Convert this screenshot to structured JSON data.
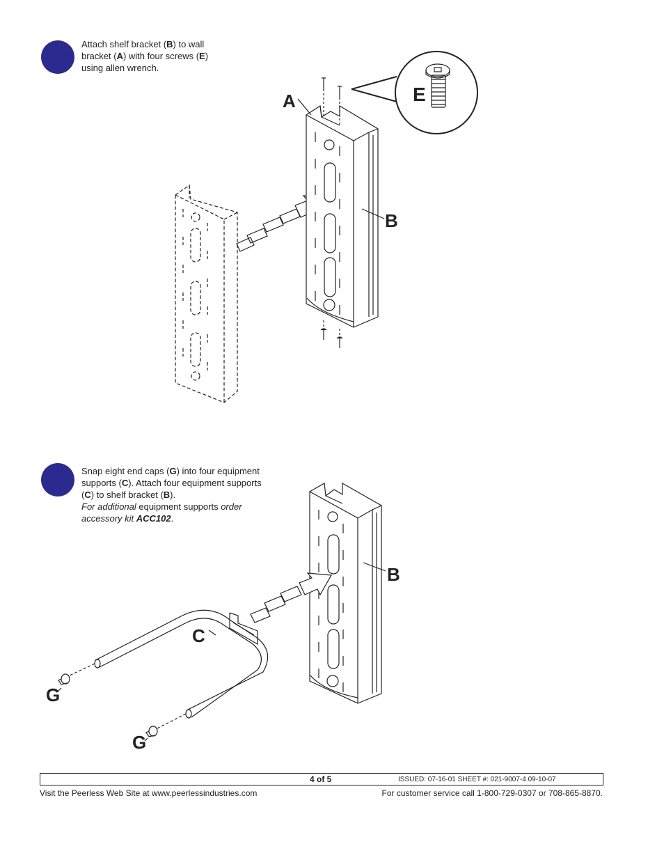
{
  "step1": {
    "line1_a": "Attach shelf bracket (",
    "line1_b": "B",
    "line1_c": ") to wall",
    "line2_a": "bracket (",
    "line2_b": "A",
    "line2_c": ") with four screws (",
    "line2_d": "E",
    "line2_e": ")",
    "line3": "using  allen  wrench."
  },
  "step2": {
    "line1_a": "Snap eight end caps (",
    "line1_b": "G",
    "line1_c": ") into four equipment",
    "line2_a": "supports (",
    "line2_b": "C",
    "line2_c": "). Attach four equipment supports",
    "line3_a": "(",
    "line3_b": "C",
    "line3_c": ") to shelf bracket (",
    "line3_d": "B",
    "line3_e": ").",
    "line4_a": "For additional",
    "line4_b": " equipment  supports ",
    "line4_c": "order",
    "line5_a": "accessory kit ",
    "line5_b": "ACC102",
    "line5_c": "."
  },
  "labels": {
    "a": "A",
    "b": "B",
    "e": "E",
    "b2": "B",
    "c": "C",
    "g1": "G",
    "g2": "G"
  },
  "footer": {
    "page": "4 of 5",
    "issued": "ISSUED: 07-16-01  SHEET #: 021-9007-4  09-10-07",
    "website": "Visit  the  Peerless  Web  Site  at  www.peerlessindustries.com",
    "service": "For customer service call 1-800-729-0307 or 708-865-8870."
  },
  "colors": {
    "step_circle": "#2b2b8f",
    "ink": "#222222"
  }
}
